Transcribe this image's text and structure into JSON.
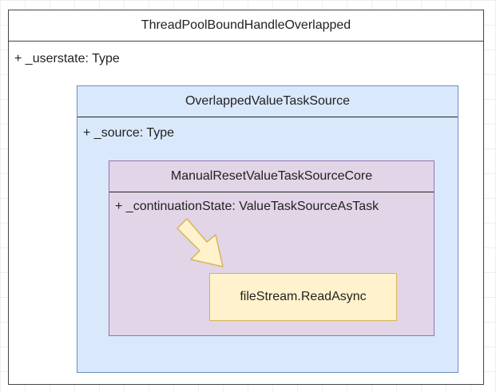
{
  "diagram": {
    "outer": {
      "title": "ThreadPoolBoundHandleOverlapped",
      "field": "+ _userstate: Type"
    },
    "middle": {
      "title": "OverlappedValueTaskSource",
      "field": "+ _source: Type"
    },
    "inner": {
      "title": "ManualResetValueTaskSourceCore",
      "field": "+ _continuationState: ValueTaskSourceAsTask"
    },
    "note": {
      "label": "fileStream.ReadAsync"
    },
    "colors": {
      "outer_fill": "#ffffff",
      "middle_fill": "#dae8fc",
      "middle_stroke": "#6c8ebf",
      "inner_fill": "#e1d5e7",
      "inner_stroke": "#9673a6",
      "note_fill": "#fff2cc",
      "note_stroke": "#d6b656"
    }
  }
}
